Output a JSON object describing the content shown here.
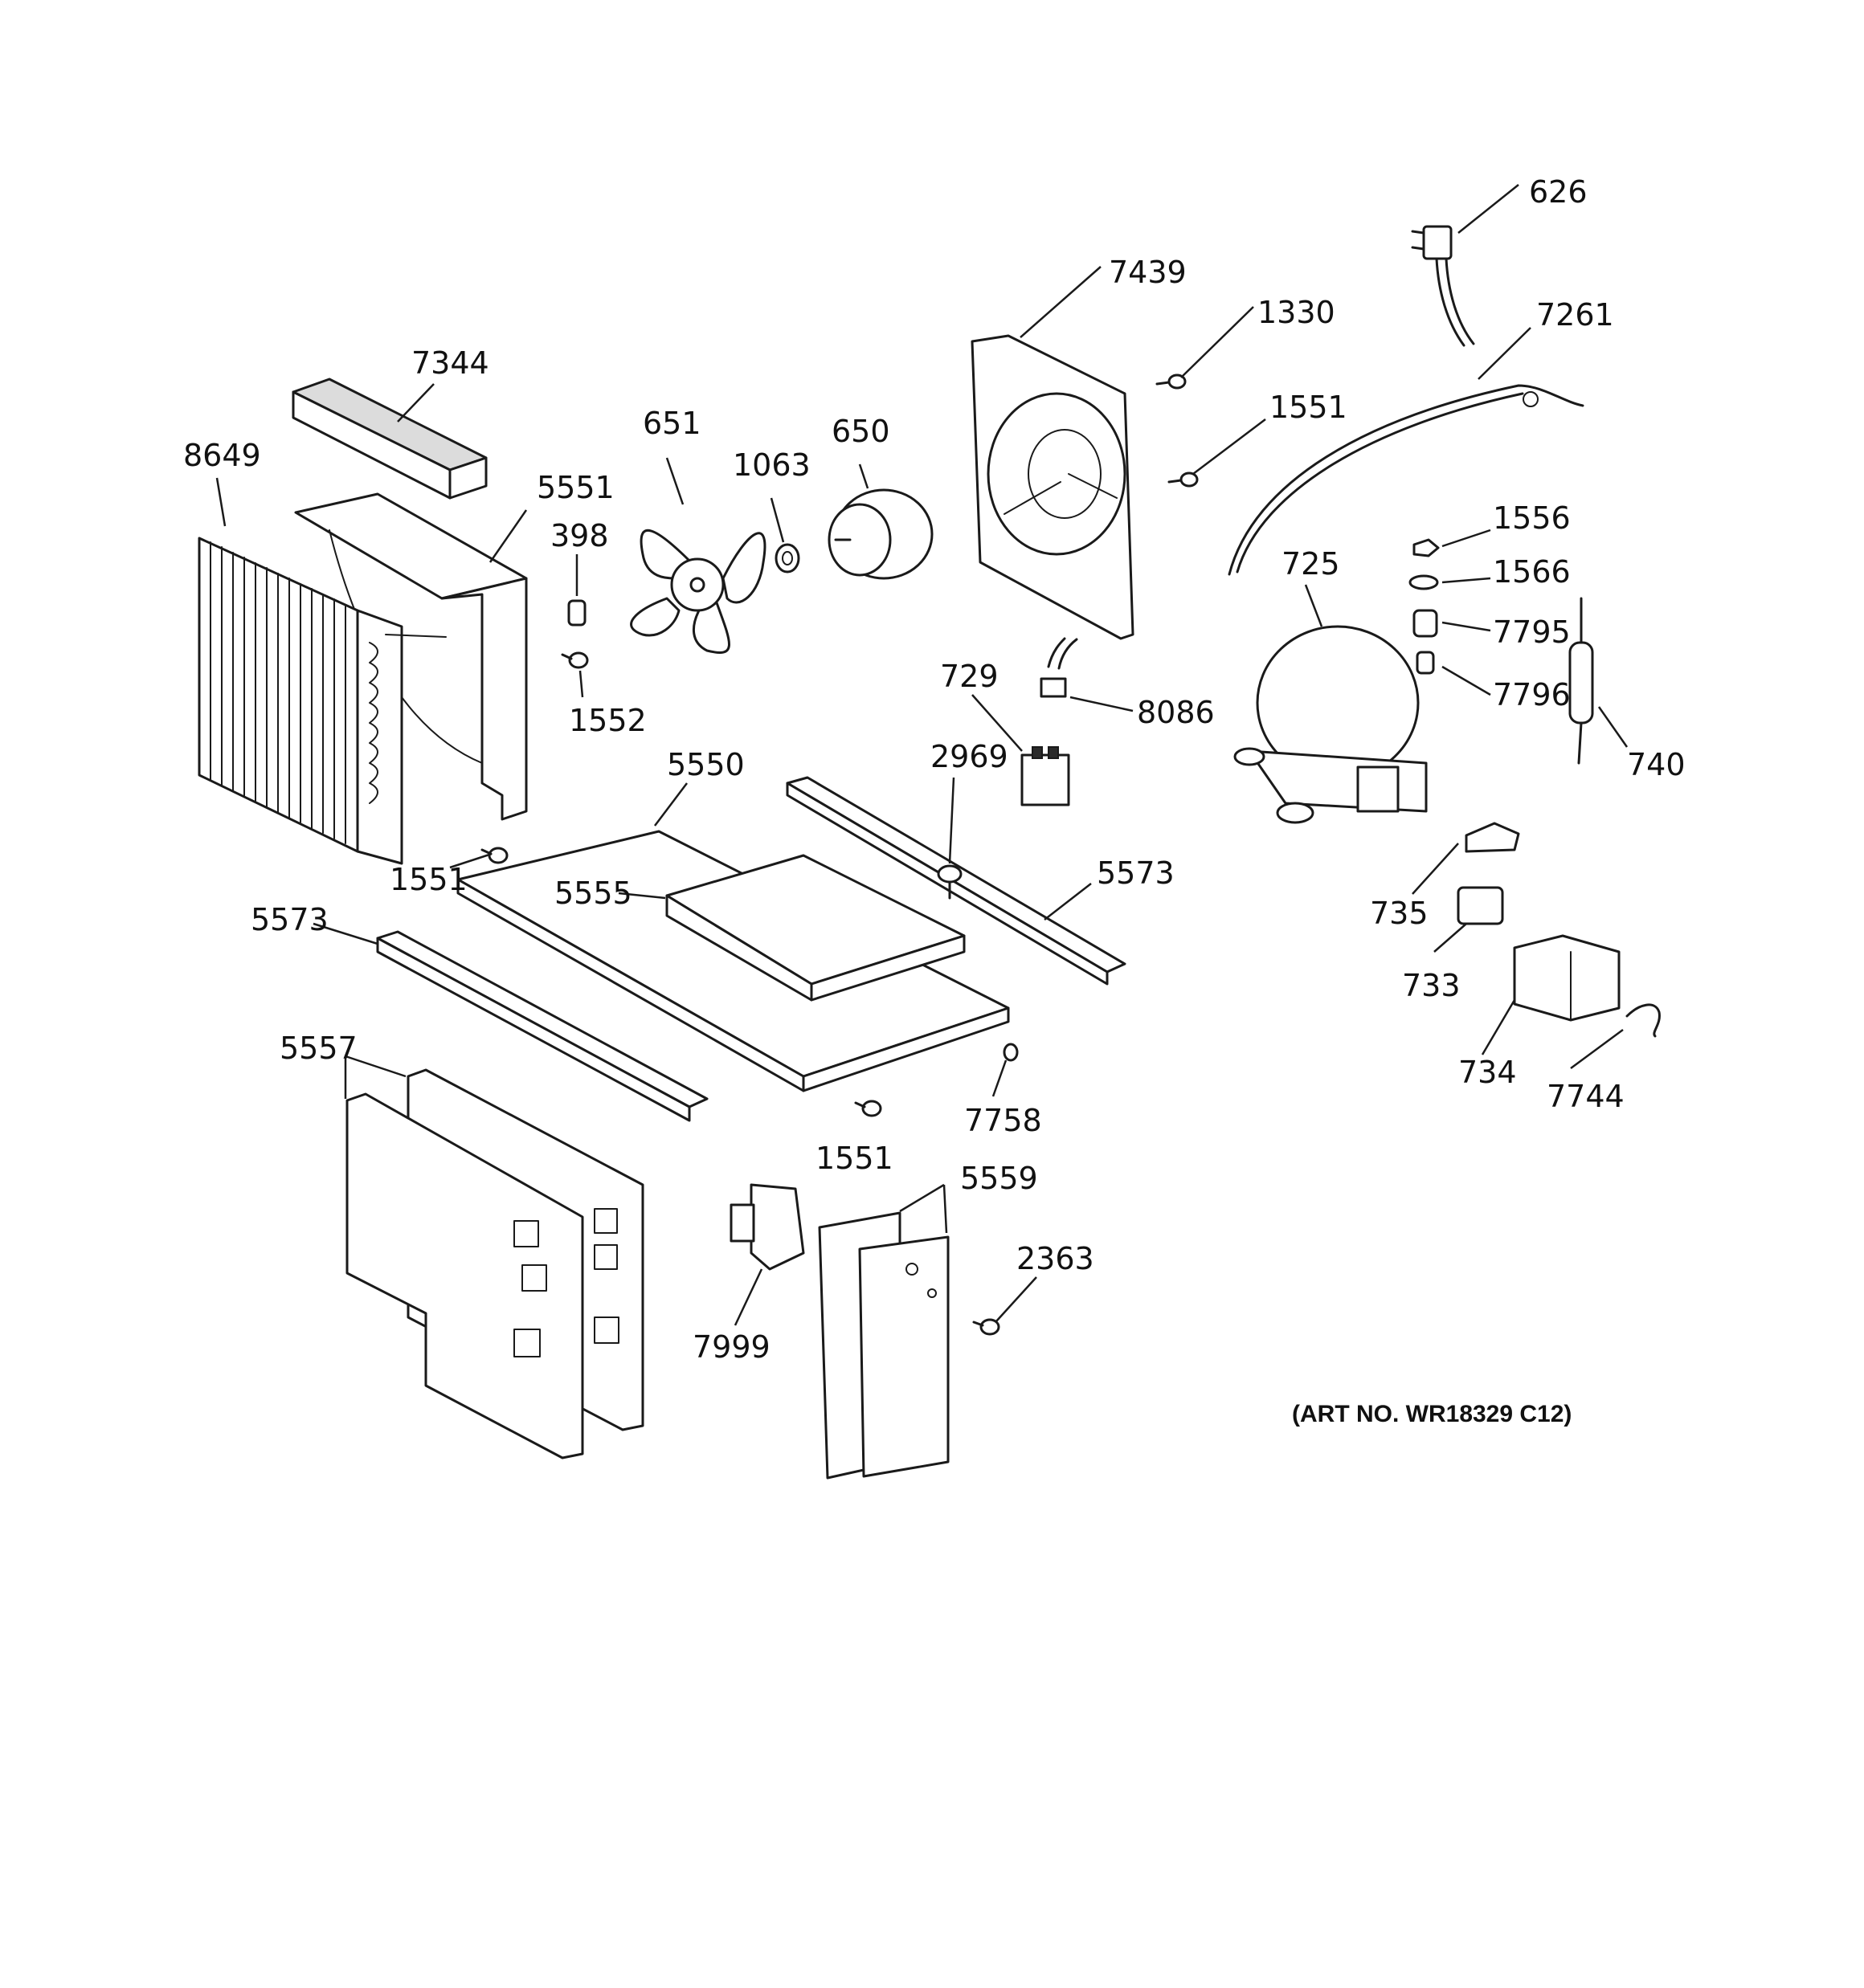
{
  "diagram": {
    "art_number": "(ART NO. WR18329 C12)",
    "callouts": {
      "c626": "626",
      "c7439": "7439",
      "c1330": "1330",
      "c7261": "7261",
      "c7344": "7344",
      "c1551a": "1551",
      "c651": "651",
      "c650": "650",
      "c8649": "8649",
      "c5551": "5551",
      "c1063": "1063",
      "c398": "398",
      "c1556": "1556",
      "c725": "725",
      "c1566": "1566",
      "c7795": "7795",
      "c729": "729",
      "c8086": "8086",
      "c7796": "7796",
      "c1552": "1552",
      "c5550": "5550",
      "c2969": "2969",
      "c740": "740",
      "c5573a": "5573",
      "c1551b": "1551",
      "c5555": "5555",
      "c5573b": "5573",
      "c735": "735",
      "c733": "733",
      "c5557": "5557",
      "c734": "734",
      "c7744": "7744",
      "c7758": "7758",
      "c1551c": "1551",
      "c5559": "5559",
      "c2363": "2363",
      "c7999": "7999"
    }
  }
}
